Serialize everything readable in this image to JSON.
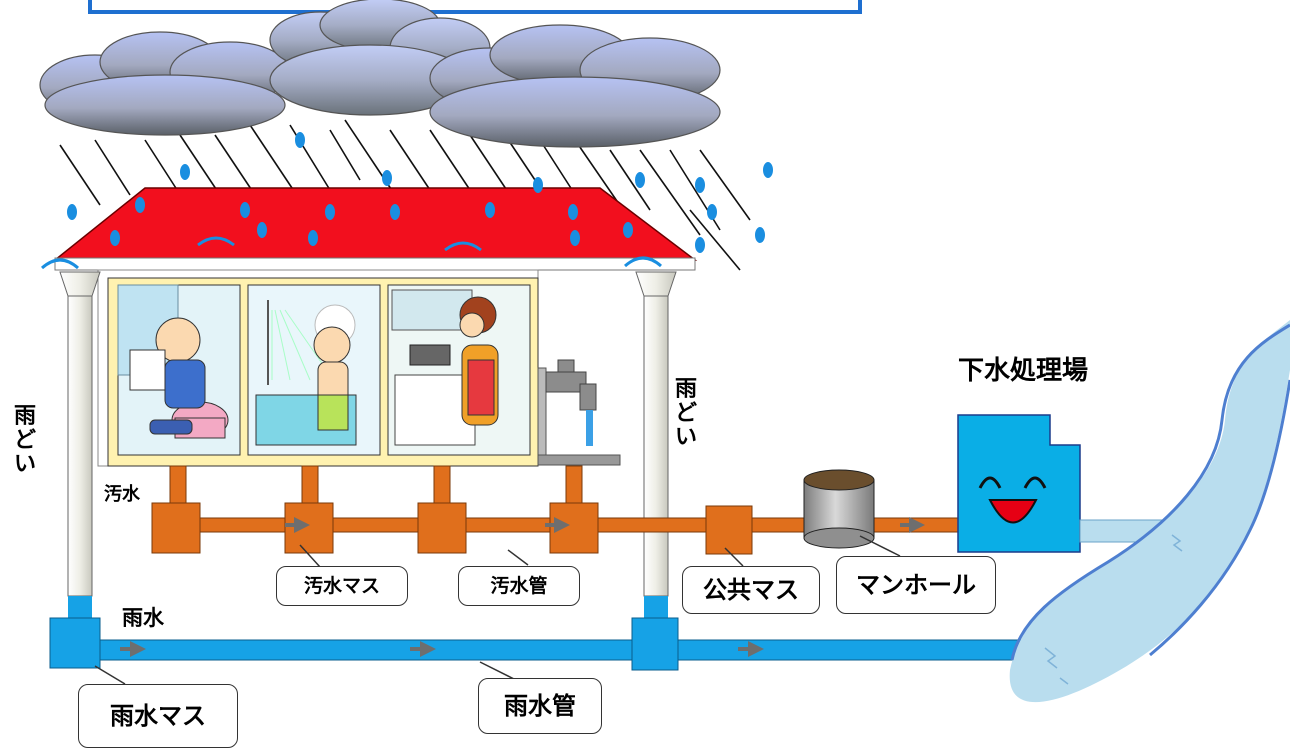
{
  "labels": {
    "plant": "下水処理場",
    "rain_gutter_left": [
      "雨",
      "ど",
      "い"
    ],
    "rain_gutter_right": [
      "雨",
      "ど",
      "い"
    ],
    "sewage": "汚水",
    "rainwater": "雨水",
    "sewage_box": "汚水マス",
    "sewage_pipe": "汚水管",
    "public_box": "公共マス",
    "manhole": "マンホール",
    "rain_box": "雨水マス",
    "rain_pipe": "雨水管"
  },
  "colors": {
    "roof": "#f20f1e",
    "sewage_pipe": "#e06f1c",
    "rain_pipe": "#16a2e6",
    "plant": "#0aaee6",
    "river": "#b9ddee",
    "river_edge": "#4e7fd0",
    "title_box_border": "#1e6fd0"
  }
}
